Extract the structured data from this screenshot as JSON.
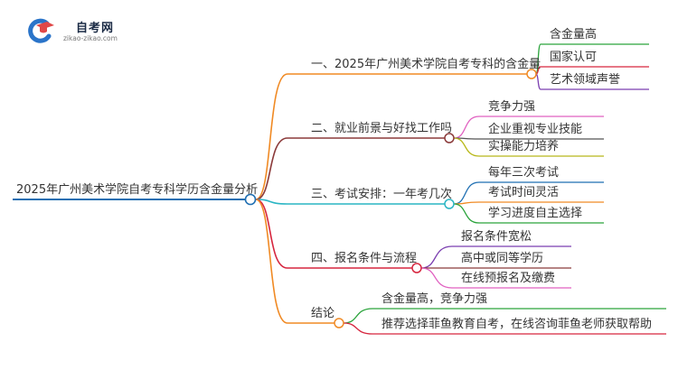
{
  "logo": {
    "title": "自考网",
    "subtitle": "zikao-zikao.com",
    "icon": "graduation-cap-c-icon"
  },
  "root": {
    "label": "2025年广州美术学院自考专科学历含金量分析",
    "color": "#1f6fb2"
  },
  "branches": [
    {
      "label": "一、2025年广州美术学院自考专科的含金量",
      "color": "#f08a24",
      "children": [
        {
          "label": "含金量高",
          "color": "#2aa33b"
        },
        {
          "label": "国家认可",
          "color": "#d6263f"
        },
        {
          "label": "艺术领域声誉",
          "color": "#7b3fb0"
        }
      ]
    },
    {
      "label": "二、就业前景与好找工作吗",
      "color": "#8b3a3a",
      "children": [
        {
          "label": "竞争力强",
          "color": "#e060c0"
        },
        {
          "label": "企业重视专业技能",
          "color": "#555555"
        },
        {
          "label": "实操能力培养",
          "color": "#b8b81a"
        }
      ]
    },
    {
      "label": "三、考试安排：一年考几次",
      "color": "#2ab5c4",
      "children": [
        {
          "label": "每年三次考试",
          "color": "#1f6fb2"
        },
        {
          "label": "考试时间灵活",
          "color": "#f08a24"
        },
        {
          "label": "学习进度自主选择",
          "color": "#2aa33b"
        }
      ]
    },
    {
      "label": "四、报名条件与流程",
      "color": "#d6263f",
      "children": [
        {
          "label": "报名条件宽松",
          "color": "#7b3fb0"
        },
        {
          "label": "高中或同等学历",
          "color": "#8b3a3a"
        },
        {
          "label": "在线预报名及缴费",
          "color": "#e060c0"
        }
      ]
    },
    {
      "label": "结论",
      "color": "#f08a24",
      "children": [
        {
          "label": "含金量高，竞争力强",
          "color": "#2aa33b"
        },
        {
          "label": "推荐选择菲鱼教育自考，在线咨询菲鱼老师获取帮助",
          "color": "#d6263f"
        }
      ]
    }
  ]
}
